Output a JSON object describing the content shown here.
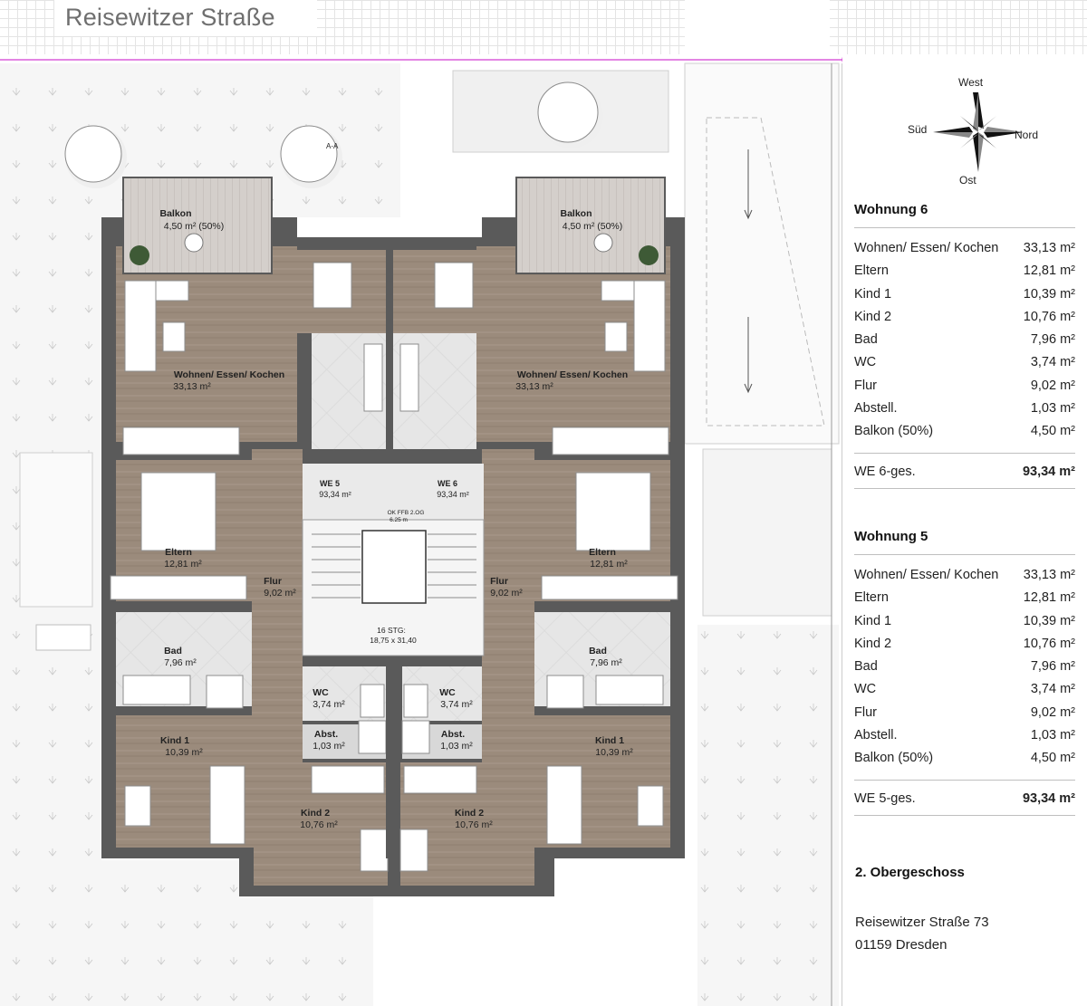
{
  "street_title": "Reisewitzer Straße",
  "compass": {
    "west": "West",
    "east": "Ost",
    "north": "Nord",
    "south": "Süd"
  },
  "apartments": [
    {
      "title": "Wohnung 6",
      "rooms": [
        {
          "name": "Wohnen/ Essen/ Kochen",
          "area": "33,13"
        },
        {
          "name": "Eltern",
          "area": "12,81"
        },
        {
          "name": "Kind 1",
          "area": "10,39"
        },
        {
          "name": "Kind 2",
          "area": "10,76"
        },
        {
          "name": "Bad",
          "area": "7,96"
        },
        {
          "name": "WC",
          "area": "3,74"
        },
        {
          "name": "Flur",
          "area": "9,02"
        },
        {
          "name": "Abstell.",
          "area": "1,03"
        },
        {
          "name": "Balkon (50%)",
          "area": "4,50"
        }
      ],
      "total_label": "WE 6-ges.",
      "total_area": "93,34"
    },
    {
      "title": "Wohnung 5",
      "rooms": [
        {
          "name": "Wohnen/ Essen/ Kochen",
          "area": "33,13"
        },
        {
          "name": "Eltern",
          "area": "12,81"
        },
        {
          "name": "Kind 1",
          "area": "10,39"
        },
        {
          "name": "Kind 2",
          "area": "10,76"
        },
        {
          "name": "Bad",
          "area": "7,96"
        },
        {
          "name": "WC",
          "area": "3,74"
        },
        {
          "name": "Flur",
          "area": "9,02"
        },
        {
          "name": "Abstell.",
          "area": "1,03"
        },
        {
          "name": "Balkon (50%)",
          "area": "4,50"
        }
      ],
      "total_label": "WE 5-ges.",
      "total_area": "93,34"
    }
  ],
  "floor_label": "2. Obergeschoss",
  "address": {
    "line1": "Reisewitzer Straße 73",
    "line2": "01159 Dresden"
  },
  "plan_labels": {
    "balkon_left": {
      "name": "Balkon",
      "area": "4,50 m² (50%)"
    },
    "balkon_right": {
      "name": "Balkon",
      "area": "4,50 m² (50%)"
    },
    "living_left": {
      "name": "Wohnen/ Essen/ Kochen",
      "area": "33,13 m²"
    },
    "living_right": {
      "name": "Wohnen/ Essen/ Kochen",
      "area": "33,13 m²"
    },
    "we5": {
      "name": "WE 5",
      "area": "93,34 m²"
    },
    "we6": {
      "name": "WE 6",
      "area": "93,34 m²"
    },
    "level_marker": "OK FFB 2.OG",
    "level_value": "6.25 m",
    "eltern_left": {
      "name": "Eltern",
      "area": "12,81 m²"
    },
    "eltern_right": {
      "name": "Eltern",
      "area": "12,81 m²"
    },
    "flur_left": {
      "name": "Flur",
      "area": "9,02 m²"
    },
    "flur_right": {
      "name": "Flur",
      "area": "9,02 m²"
    },
    "stairs": {
      "name": "16 STG:",
      "dims": "18,75 x 31,40"
    },
    "bad_left": {
      "name": "Bad",
      "area": "7,96 m²"
    },
    "bad_right": {
      "name": "Bad",
      "area": "7,96 m²"
    },
    "wc_left": {
      "name": "WC",
      "area": "3,74 m²"
    },
    "wc_right": {
      "name": "WC",
      "area": "3,74 m²"
    },
    "abst_left": {
      "name": "Abst.",
      "area": "1,03 m²"
    },
    "abst_right": {
      "name": "Abst.",
      "area": "1,03 m²"
    },
    "kind1_left": {
      "name": "Kind 1",
      "area": "10,39 m²"
    },
    "kind1_right": {
      "name": "Kind 1",
      "area": "10,39 m²"
    },
    "kind2_left": {
      "name": "Kind 2",
      "area": "10,76 m²"
    },
    "kind2_right": {
      "name": "Kind 2",
      "area": "10,76 m²"
    },
    "section_mark": "A-A"
  }
}
